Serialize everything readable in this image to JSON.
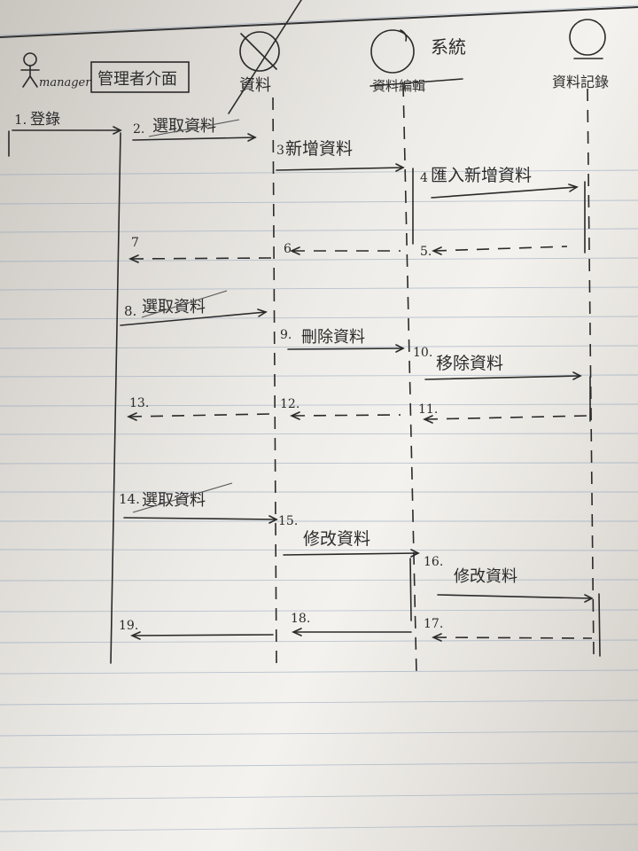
{
  "actor": {
    "label": "manager"
  },
  "lifelines": [
    {
      "id": "ui",
      "label": "管理者介面"
    },
    {
      "id": "data",
      "label": "資料"
    },
    {
      "id": "system",
      "label": "系統",
      "struck_label": "資料編輯"
    },
    {
      "id": "db",
      "label": "資料記錄"
    }
  ],
  "messages": [
    {
      "n": "1.",
      "text": "登錄"
    },
    {
      "n": "2.",
      "text": "選取資料"
    },
    {
      "n": "3",
      "text": "新增資料"
    },
    {
      "n": "4",
      "text": "匯入新增資料"
    },
    {
      "n": "5.",
      "text": ""
    },
    {
      "n": "6.",
      "text": ""
    },
    {
      "n": "7",
      "text": ""
    },
    {
      "n": "8.",
      "text": "選取資料"
    },
    {
      "n": "9.",
      "text": "刪除資料"
    },
    {
      "n": "10.",
      "text": "移除資料"
    },
    {
      "n": "11.",
      "text": ""
    },
    {
      "n": "12.",
      "text": ""
    },
    {
      "n": "13.",
      "text": ""
    },
    {
      "n": "14.",
      "text": "選取資料"
    },
    {
      "n": "15.",
      "text": ""
    },
    {
      "n": "",
      "text": "修改資料"
    },
    {
      "n": "16.",
      "text": "修改資料"
    },
    {
      "n": "17.",
      "text": ""
    },
    {
      "n": "18.",
      "text": ""
    },
    {
      "n": "19.",
      "text": ""
    }
  ]
}
